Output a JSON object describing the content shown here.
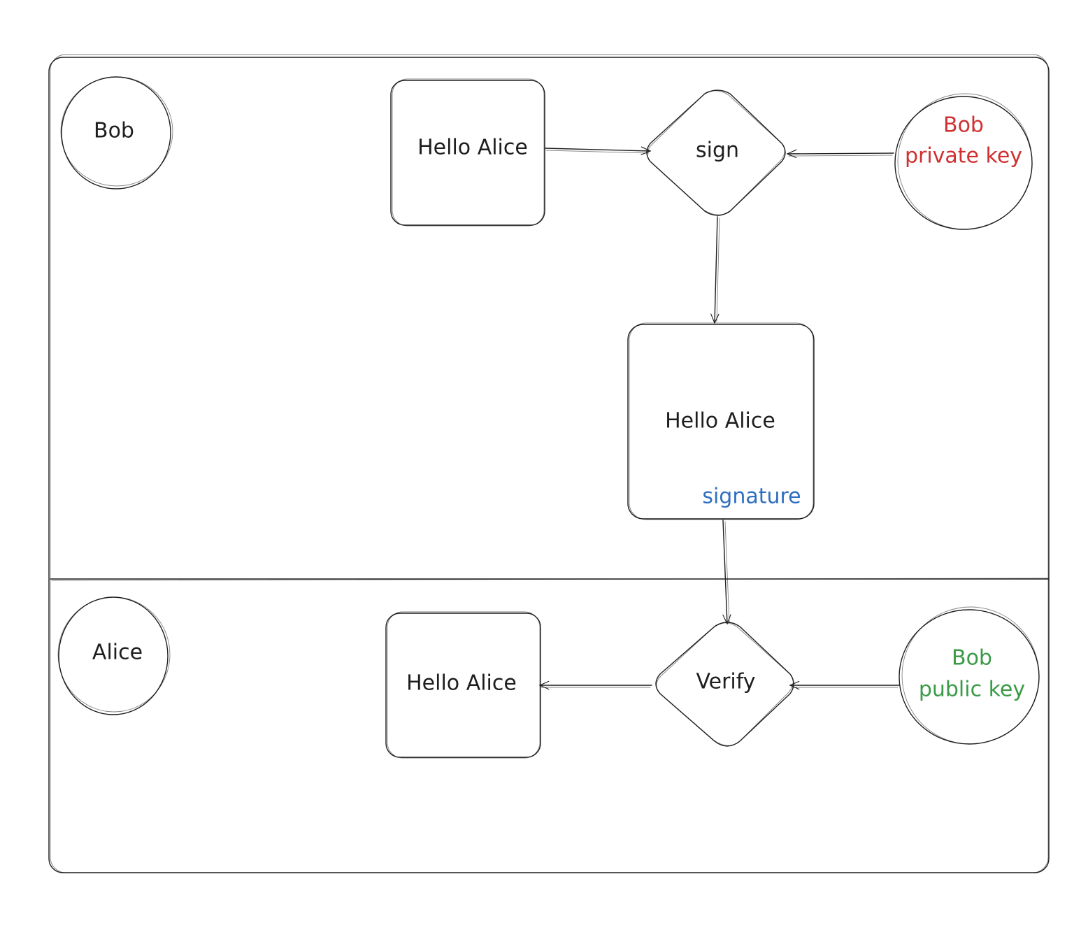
{
  "lanes": {
    "top": {
      "actor": "Bob"
    },
    "bottom": {
      "actor": "Alice"
    }
  },
  "nodes": {
    "message_top": "Hello Alice",
    "sign": "sign",
    "private_key": {
      "line1": "Bob",
      "line2": "private key",
      "color": "#d03030"
    },
    "signed_message": "Hello Alice",
    "signature": {
      "text": "signature",
      "color": "#2f6fc0"
    },
    "verify": "Verify",
    "public_key": {
      "line1": "Bob",
      "line2": "public key",
      "color": "#3a9a45"
    },
    "message_bottom": "Hello Alice"
  }
}
